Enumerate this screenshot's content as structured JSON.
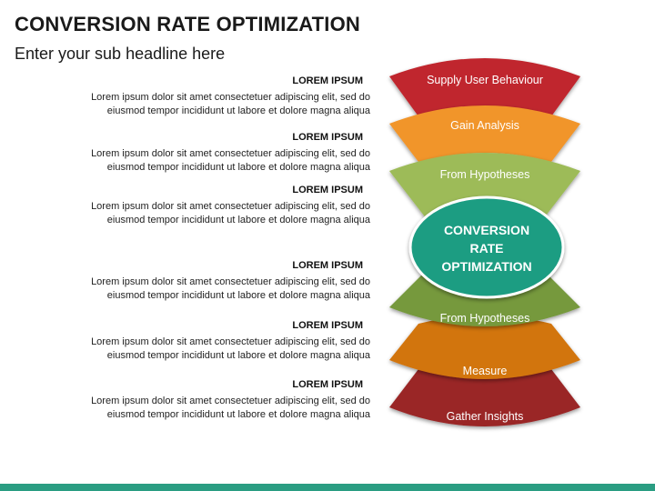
{
  "header": {
    "title": "CONVERSION RATE OPTIMIZATION",
    "subtitle": "Enter your sub headline here"
  },
  "text_blocks": [
    {
      "heading": "LOREM IPSUM",
      "body": "Lorem ipsum dolor sit amet consectetuer adipiscing elit, sed do eiusmod tempor incididunt ut labore et dolore magna aliqua"
    },
    {
      "heading": "LOREM IPSUM",
      "body": "Lorem ipsum dolor sit amet consectetuer adipiscing elit, sed do eiusmod tempor incididunt ut labore et dolore magna aliqua"
    },
    {
      "heading": "LOREM IPSUM",
      "body": "Lorem ipsum dolor sit amet consectetuer adipiscing elit, sed do eiusmod tempor incididunt ut labore et dolore magna aliqua"
    },
    {
      "heading": "LOREM IPSUM",
      "body": "Lorem ipsum dolor sit amet consectetuer adipiscing elit, sed do eiusmod tempor incididunt ut labore et dolore magna aliqua"
    },
    {
      "heading": "LOREM IPSUM",
      "body": "Lorem ipsum dolor sit amet consectetuer adipiscing elit, sed do eiusmod tempor incididunt ut labore et dolore magna aliqua"
    },
    {
      "heading": "LOREM IPSUM",
      "body": "Lorem ipsum dolor sit amet consectetuer adipiscing elit, sed do eiusmod tempor incididunt ut labore et dolore magna aliqua"
    }
  ],
  "diagram": {
    "center": {
      "line1": "CONVERSION",
      "line2": "RATE",
      "line3": "OPTIMIZATION",
      "color": "#1f9d82"
    },
    "bands": [
      {
        "label": "Supply User Behaviour",
        "color": "#c0282d"
      },
      {
        "label": "Gain Analysis",
        "color": "#f1952b"
      },
      {
        "label": "From Hypotheses",
        "color": "#9dbb59"
      },
      {
        "label": "From Hypotheses",
        "color": "#76993e"
      },
      {
        "label": "Measure",
        "color": "#d2740f"
      },
      {
        "label": "Gather Insights",
        "color": "#9a2525"
      }
    ]
  },
  "colors": {
    "accent_bar": "#2a9d82"
  }
}
